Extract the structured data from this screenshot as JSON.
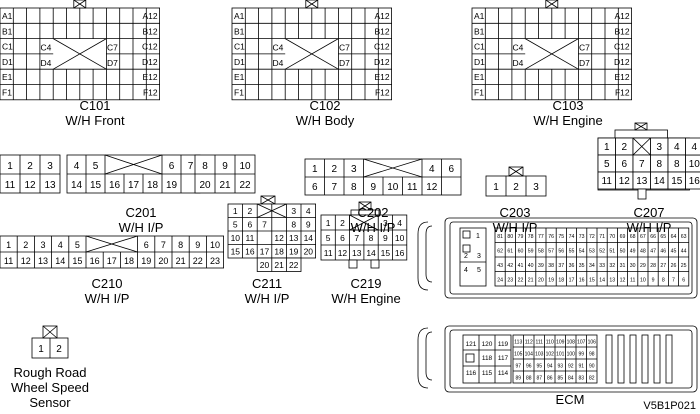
{
  "labels": {
    "c101": {
      "code": "C101",
      "name": "W/H Front"
    },
    "c102": {
      "code": "C102",
      "name": "W/H Body"
    },
    "c103": {
      "code": "C103",
      "name": "W/H Engine"
    },
    "c201": {
      "code": "C201",
      "name": "W/H I/P"
    },
    "c202": {
      "code": "C202",
      "name": "W/H I/P"
    },
    "c203": {
      "code": "C203",
      "name": "W/H I/P"
    },
    "c207": {
      "code": "C207",
      "name": "W/H I/P"
    },
    "c210": {
      "code": "C210",
      "name": "W/H I/P"
    },
    "c211": {
      "code": "C211",
      "name": "W/H I/P"
    },
    "c219": {
      "code": "C219",
      "name": "W/H Engine"
    },
    "sensor": {
      "line1": "Rough Road",
      "line2": "Wheel Speed",
      "line3": "Sensor"
    },
    "ecm": "ECM",
    "ref": "V5B1P021"
  },
  "pins": {
    "c1xx_left": [
      "A1",
      "B1",
      "C1",
      "D1",
      "E1",
      "F1"
    ],
    "c1xx_right": [
      "A12",
      "B12",
      "C12",
      "D12",
      "E12",
      "F12"
    ],
    "c1xx_center": [
      "C4",
      "C7",
      "D4",
      "D7"
    ],
    "c201_top": [
      "1",
      "2",
      "3",
      "4",
      "5",
      "6",
      "7",
      "8",
      "9",
      "10"
    ],
    "c201_bottom": [
      "11",
      "12",
      "13",
      "14",
      "15",
      "16",
      "17",
      "18",
      "19",
      "20",
      "21",
      "22"
    ],
    "c202_top": [
      "1",
      "2",
      "3",
      "4",
      "6"
    ],
    "c202_bottom": [
      "6",
      "7",
      "8",
      "9",
      "10",
      "11",
      "12"
    ],
    "c203": [
      "1",
      "2",
      "3"
    ],
    "c207": [
      "3",
      "4",
      "5",
      "6",
      "7",
      "8",
      "9",
      "10",
      "11",
      "12",
      "13",
      "14",
      "15",
      "16",
      "1",
      "2"
    ],
    "c210_top": [
      "1",
      "2",
      "3",
      "4",
      "5",
      "6",
      "7",
      "8",
      "9",
      "10"
    ],
    "c210_bottom": [
      "11",
      "12",
      "13",
      "14",
      "15",
      "16",
      "17",
      "18",
      "19",
      "20",
      "21",
      "22",
      "23"
    ],
    "c211": [
      "1",
      "2",
      "3",
      "4",
      "5",
      "6",
      "7",
      "8",
      "9",
      "10",
      "11",
      "12",
      "13",
      "14",
      "15",
      "16",
      "17",
      "18",
      "19",
      "20",
      "21",
      "22"
    ],
    "c219": [
      "1",
      "2",
      "3",
      "4",
      "5",
      "6",
      "7",
      "8",
      "9",
      "10",
      "11",
      "12",
      "13",
      "14",
      "15",
      "16"
    ],
    "sensor": [
      "1",
      "2"
    ],
    "ecm_upper_side": [
      "1",
      "2",
      "3",
      "4",
      "5"
    ],
    "ecm_upper_r1": [
      "81",
      "80",
      "79",
      "78",
      "77",
      "76",
      "75",
      "74",
      "73",
      "72",
      "71",
      "70",
      "69",
      "68",
      "67",
      "66",
      "65",
      "64",
      "63"
    ],
    "ecm_upper_r2": [
      "62",
      "61",
      "60",
      "59",
      "58",
      "57",
      "56",
      "55",
      "54",
      "53",
      "52",
      "51",
      "50",
      "49",
      "48",
      "47",
      "46",
      "45",
      "44"
    ],
    "ecm_upper_r3": [
      "43",
      "42",
      "41",
      "40",
      "39",
      "38",
      "37",
      "36",
      "35",
      "34",
      "33",
      "32",
      "31",
      "30",
      "29",
      "28",
      "27",
      "26",
      "25"
    ],
    "ecm_upper_r4": [
      "24",
      "23",
      "22",
      "21",
      "20",
      "19",
      "18",
      "17",
      "16",
      "15",
      "14",
      "13",
      "12",
      "11",
      "10",
      "9",
      "8",
      "7",
      "6"
    ],
    "ecm_lower_side": [
      "121",
      "120",
      "119",
      "118",
      "117",
      "116",
      "115",
      "114"
    ],
    "ecm_lower_r1": [
      "113",
      "112",
      "111",
      "110",
      "109",
      "108",
      "107",
      "106"
    ],
    "ecm_lower_r2": [
      "105",
      "104",
      "103",
      "102",
      "101",
      "100",
      "99",
      "98"
    ],
    "ecm_lower_r3": [
      "97",
      "96",
      "95",
      "94",
      "93",
      "92",
      "91",
      "90"
    ],
    "ecm_lower_r4": [
      "89",
      "88",
      "87",
      "86",
      "85",
      "84",
      "83",
      "82"
    ]
  }
}
